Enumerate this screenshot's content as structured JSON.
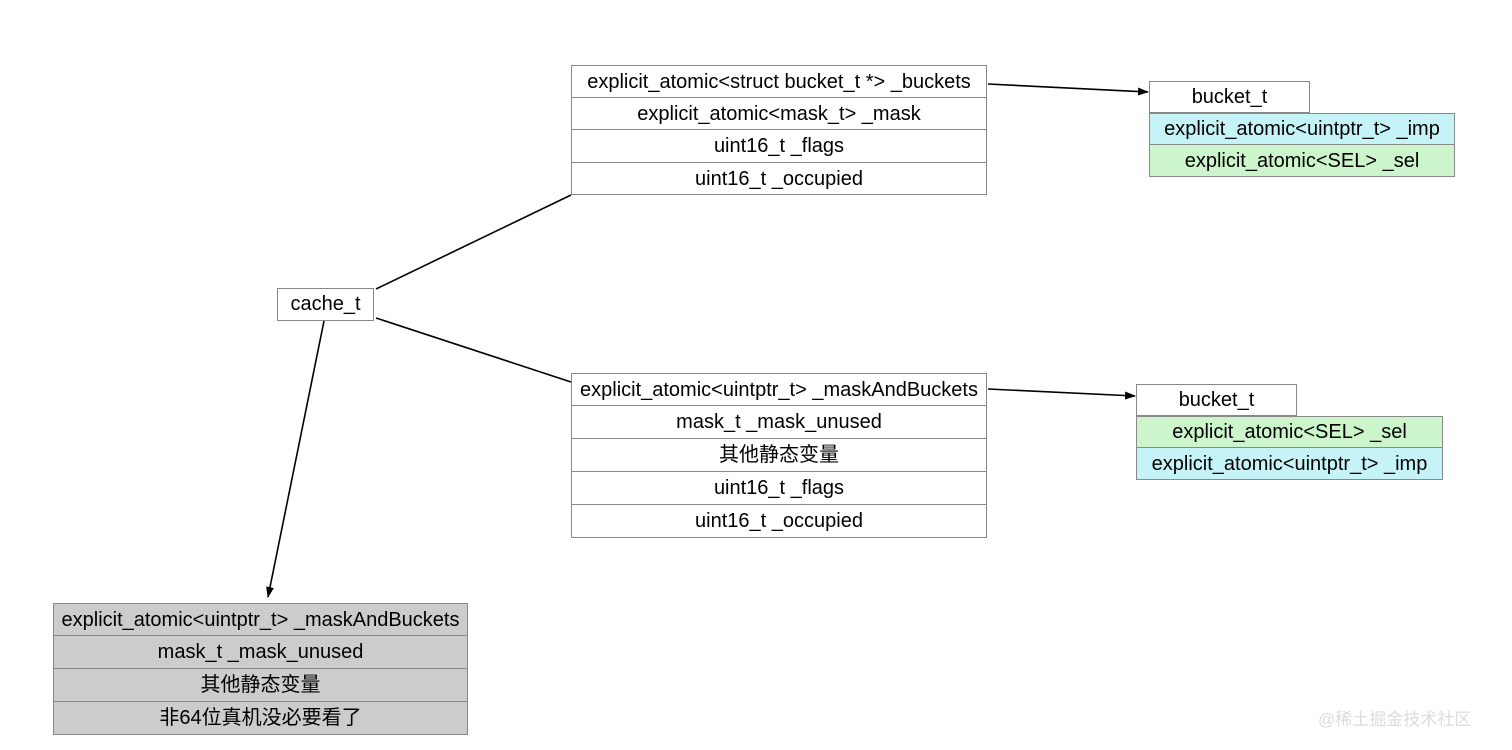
{
  "diagram": {
    "title": "cache_t structure layout diagram",
    "colors": {
      "cyan": "#c6f3f7",
      "green": "#ccf5cc",
      "gray": "#cccccc",
      "border": "#888888",
      "line": "#000000",
      "watermark": "#dcdcdc"
    },
    "root": {
      "label": "cache_t"
    },
    "arm64_struct": {
      "rows": [
        "explicit_atomic<struct bucket_t *> _buckets",
        "explicit_atomic<mask_t> _mask",
        "uint16_t _flags",
        "uint16_t _occupied"
      ]
    },
    "arm64_bucket": {
      "header": "bucket_t",
      "rows": [
        {
          "text": "explicit_atomic<uintptr_t> _imp",
          "color": "cyan"
        },
        {
          "text": "explicit_atomic<SEL> _sel",
          "color": "green"
        }
      ]
    },
    "x64_struct": {
      "rows": [
        "explicit_atomic<uintptr_t> _maskAndBuckets",
        "mask_t _mask_unused",
        "其他静态变量",
        "uint16_t _flags",
        "uint16_t _occupied"
      ]
    },
    "x64_bucket": {
      "header": "bucket_t",
      "rows": [
        {
          "text": "explicit_atomic<SEL> _sel",
          "color": "green"
        },
        {
          "text": "explicit_atomic<uintptr_t> _imp",
          "color": "cyan"
        }
      ]
    },
    "non64_struct": {
      "rows": [
        "explicit_atomic<uintptr_t> _maskAndBuckets",
        "mask_t _mask_unused",
        "其他静态变量",
        "非64位真机没必要看了"
      ]
    },
    "watermark": "@稀土掘金技术社区"
  }
}
